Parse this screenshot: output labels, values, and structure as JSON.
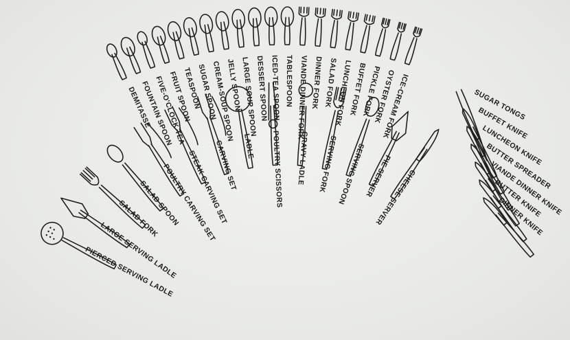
{
  "title": "",
  "inner_arc": [
    {
      "id": "demitasse",
      "label": "DEMITASSE",
      "shape": "spoon-small"
    },
    {
      "id": "fountain-spoon",
      "label": "FOUNTAIN SPOON",
      "shape": "spoon-long"
    },
    {
      "id": "five-oclock-tea",
      "label": "FIVE-O'CLOCK TEA",
      "shape": "spoon-small"
    },
    {
      "id": "fruit-spoon",
      "label": "FRUIT SPOON",
      "shape": "spoon"
    },
    {
      "id": "teaspoon",
      "label": "TEASPOON",
      "shape": "spoon"
    },
    {
      "id": "sugar-spoon",
      "label": "SUGAR SPOON",
      "shape": "spoon"
    },
    {
      "id": "cream-soup-spoon",
      "label": "CREAM-SOUP SPOON",
      "shape": "spoon"
    },
    {
      "id": "jelly-spoon",
      "label": "JELLY SPOON",
      "shape": "spoon"
    },
    {
      "id": "large-soup-spoon",
      "label": "LARGE SOUP SPOON",
      "shape": "spoon"
    },
    {
      "id": "dessert-spoon",
      "label": "DESSERT SPOON",
      "shape": "spoon"
    },
    {
      "id": "iced-tea-spoon",
      "label": "ICED-TEA SPOON",
      "shape": "spoon-long"
    },
    {
      "id": "tablespoon",
      "label": "TABLESPOON",
      "shape": "spoon"
    },
    {
      "id": "viande-dinner-fork",
      "label": "VIANDE DINNER FORK",
      "shape": "fork"
    },
    {
      "id": "dinner-fork",
      "label": "DINNER FORK",
      "shape": "fork"
    },
    {
      "id": "salad-fork",
      "label": "SALAD FORK",
      "shape": "fork"
    },
    {
      "id": "luncheon-fork",
      "label": "LUNCHEON FORK",
      "shape": "fork"
    },
    {
      "id": "buffet-fork",
      "label": "BUFFET FORK",
      "shape": "fork"
    },
    {
      "id": "pickle-fork",
      "label": "PICKLE FORK",
      "shape": "fork-small"
    },
    {
      "id": "oyster-fork",
      "label": "OYSTER FORK",
      "shape": "fork-small"
    },
    {
      "id": "ice-cream-fork",
      "label": "ICE-CREAM FORK",
      "shape": "fork-small"
    }
  ],
  "right_stack": [
    {
      "id": "sugar-tongs",
      "label": "SUGAR TONGS",
      "shape": "tongs"
    },
    {
      "id": "buffet-knife",
      "label": "BUFFET KNIFE",
      "shape": "knife"
    },
    {
      "id": "luncheon-knife",
      "label": "LUNCHEON KNIFE",
      "shape": "knife"
    },
    {
      "id": "butter-spreader",
      "label": "BUTTER SPREADER",
      "shape": "knife"
    },
    {
      "id": "viande-dinner-knife",
      "label": "VIANDE DINNER KNIFE",
      "shape": "knife"
    },
    {
      "id": "butter-knife",
      "label": "BUTTER KNIFE",
      "shape": "knife"
    },
    {
      "id": "dinner-knife",
      "label": "DINNER KNIFE",
      "shape": "knife"
    }
  ],
  "outer_arc": [
    {
      "id": "pierced-serving-ladle",
      "label": "PIERCED SERVING LADLE",
      "shape": "ladle-pierced"
    },
    {
      "id": "large-serving-ladle",
      "label": "LARGE SERVING LADLE",
      "shape": "server"
    },
    {
      "id": "salad-fork-serving",
      "label": "SALAD FORK",
      "shape": "fork"
    },
    {
      "id": "salad-spoon",
      "label": "SALAD SPOON",
      "shape": "spoon"
    },
    {
      "id": "poultry-carving-set",
      "label": "POULTRY CARVING SET",
      "shape": "carving-set"
    },
    {
      "id": "steak-carving-set",
      "label": "STEAK CARVING SET",
      "shape": "carving-set"
    },
    {
      "id": "carving-set",
      "label": "CARVING SET",
      "shape": "carving-set"
    },
    {
      "id": "ladle",
      "label": "LADLE",
      "shape": "ladle"
    },
    {
      "id": "poultry-scissors",
      "label": "POULTRY SCISSORS",
      "shape": "scissors"
    },
    {
      "id": "gravy-ladle",
      "label": "GRAVY LADLE",
      "shape": "ladle-small"
    },
    {
      "id": "serving-fork",
      "label": "SERVING FORK",
      "shape": "fork"
    },
    {
      "id": "serving-spoon",
      "label": "SERVING SPOON",
      "shape": "spoon"
    },
    {
      "id": "pie-server",
      "label": "PIE SERVER",
      "shape": "server"
    },
    {
      "id": "cheese-server",
      "label": "CHEESE SERVER",
      "shape": "knife"
    }
  ]
}
